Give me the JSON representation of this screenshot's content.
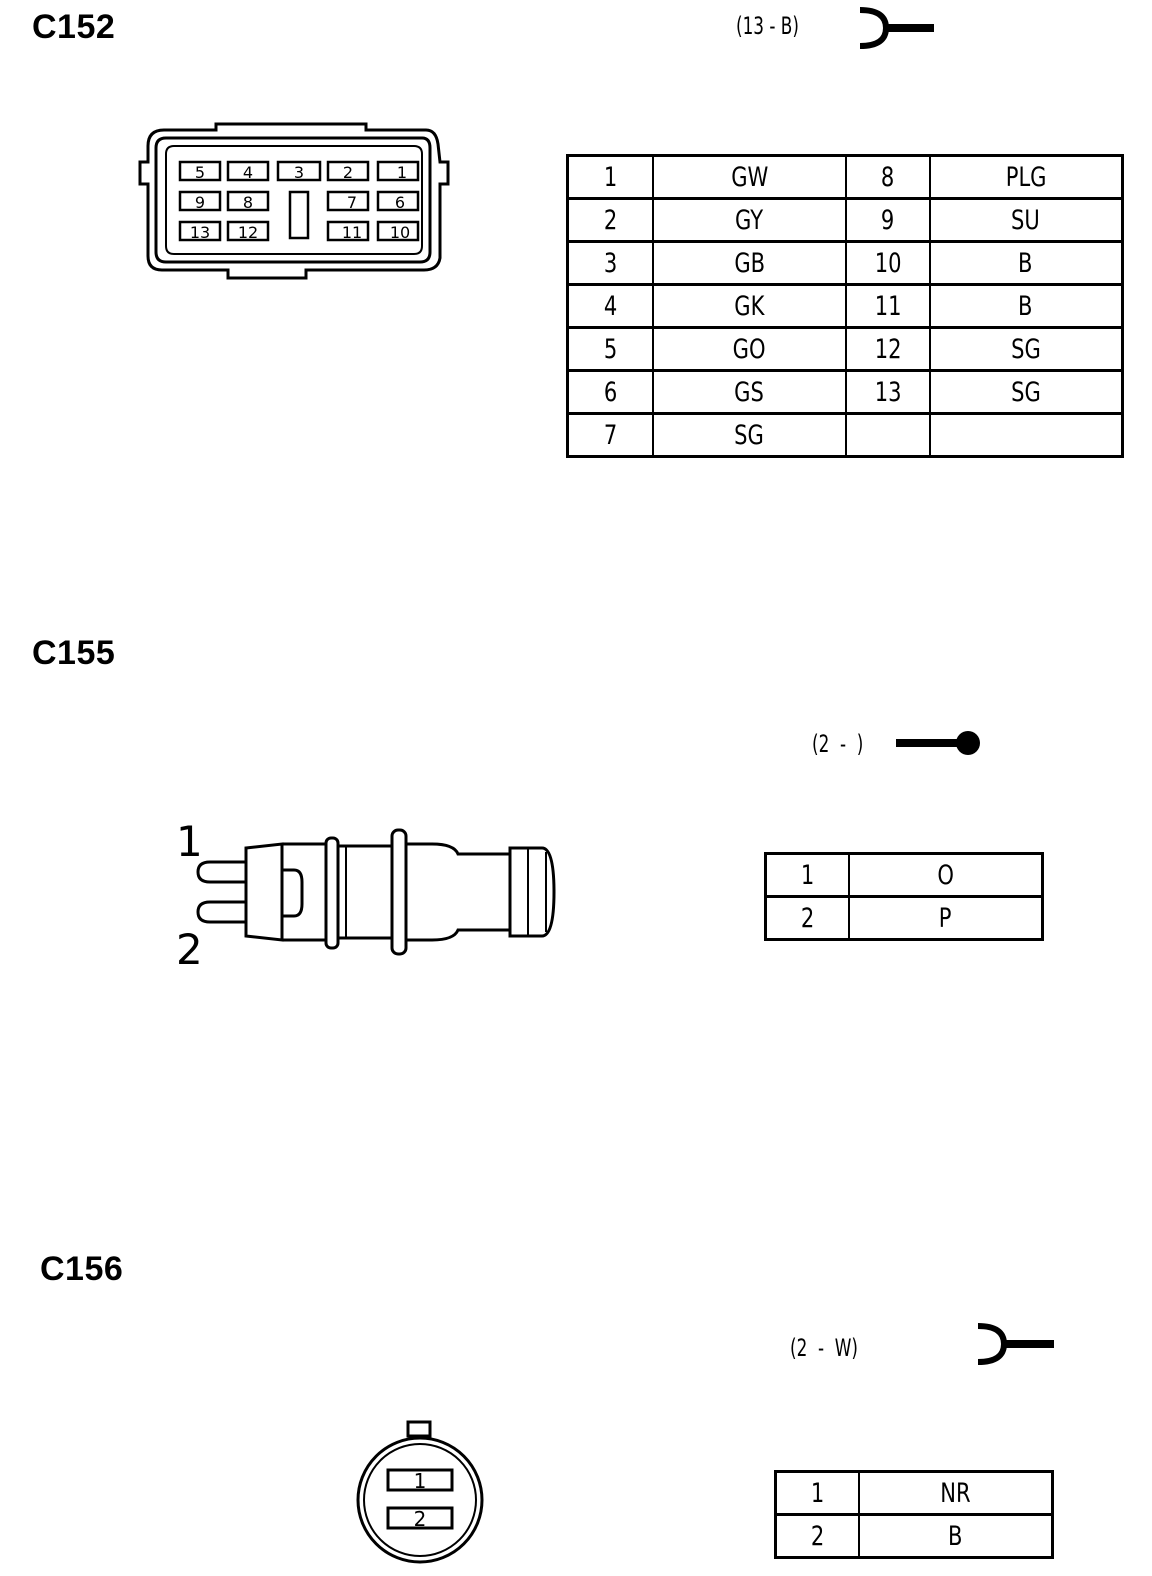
{
  "sections": [
    {
      "id": "C152",
      "code": "(13 - B)",
      "symbol": "female-terminal-icon",
      "face_pins": [
        "5",
        "4",
        "3",
        "2",
        "1",
        "9",
        "8",
        "7",
        "6",
        "13",
        "12",
        "11",
        "10"
      ],
      "pins": [
        {
          "left_pin": "1",
          "left_color": "GW",
          "right_pin": "8",
          "right_color": "PLG"
        },
        {
          "left_pin": "2",
          "left_color": "GY",
          "right_pin": "9",
          "right_color": "SU"
        },
        {
          "left_pin": "3",
          "left_color": "GB",
          "right_pin": "10",
          "right_color": "B"
        },
        {
          "left_pin": "4",
          "left_color": "GK",
          "right_pin": "11",
          "right_color": "B"
        },
        {
          "left_pin": "5",
          "left_color": "GO",
          "right_pin": "12",
          "right_color": "SG"
        },
        {
          "left_pin": "6",
          "left_color": "GS",
          "right_pin": "13",
          "right_color": "SG"
        },
        {
          "left_pin": "7",
          "left_color": "SG",
          "right_pin": "",
          "right_color": ""
        }
      ]
    },
    {
      "id": "C155",
      "code": "(2  -  )",
      "symbol": "male-terminal-icon",
      "face_pins": [
        "1",
        "2"
      ],
      "pins": [
        {
          "pin": "1",
          "color": "O"
        },
        {
          "pin": "2",
          "color": "P"
        }
      ]
    },
    {
      "id": "C156",
      "code": "(2  -  W)",
      "symbol": "female-terminal-icon",
      "face_pins": [
        "1",
        "2"
      ],
      "pins": [
        {
          "pin": "1",
          "color": "NR"
        },
        {
          "pin": "2",
          "color": "B"
        }
      ]
    }
  ]
}
